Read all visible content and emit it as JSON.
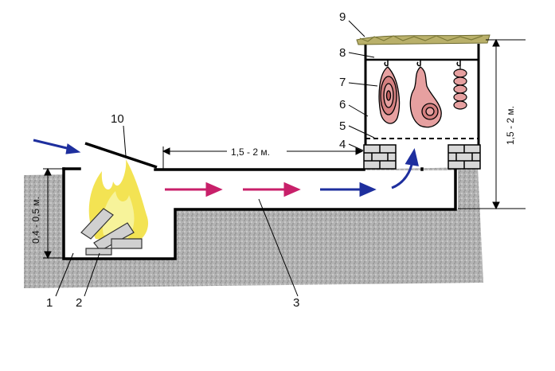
{
  "labels": {
    "n1": "1",
    "n2": "2",
    "n3": "3",
    "n4": "4",
    "n5": "5",
    "n6": "6",
    "n7": "7",
    "n8": "8",
    "n9": "9",
    "n10": "10"
  },
  "dimensions": {
    "chimney_length": "1,5 - 2 м.",
    "firebox_depth": "0,4 - 0,5 м.",
    "chamber_height": "1,5 - 2 м."
  },
  "colors": {
    "structure": "#000000",
    "ground": "#b5b5b5",
    "flame": "#f2e24a",
    "hot_air_arrow": "#c8206a",
    "cool_air_arrow": "#1e2f9e",
    "meat": "#e6a0a0",
    "roof_grass": "#b9b06a"
  },
  "icons": [
    "flame-icon",
    "firewood-icon",
    "ham-icon",
    "meat-leg-icon",
    "sausage-icon",
    "brick-icon",
    "hook-icon"
  ]
}
